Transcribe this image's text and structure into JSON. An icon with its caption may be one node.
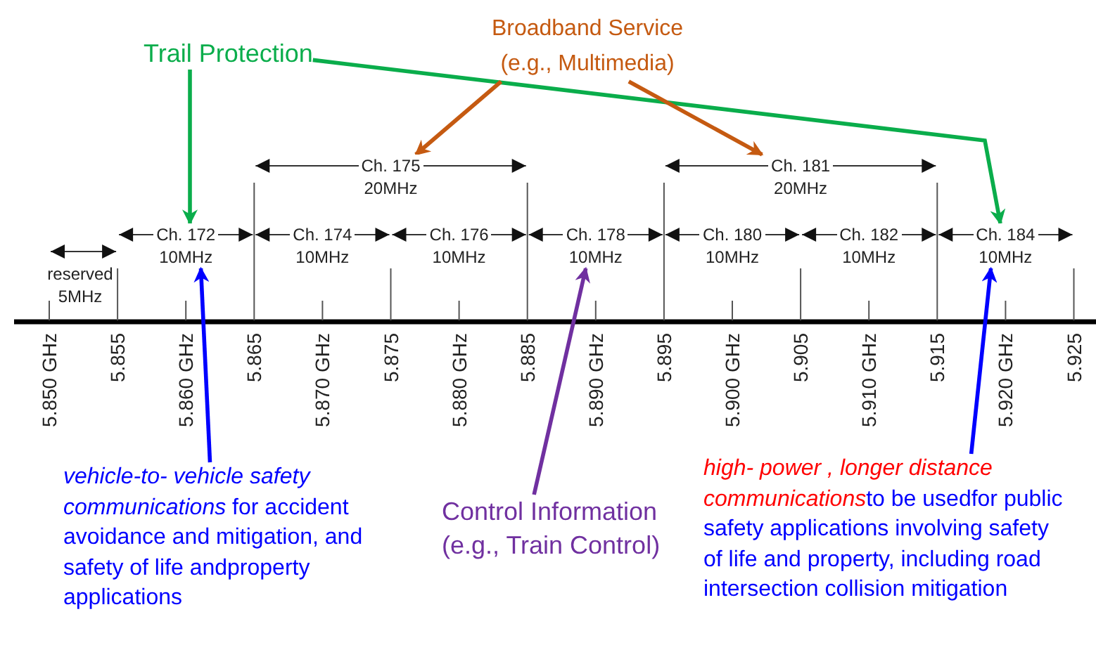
{
  "diagram": {
    "nodes": [
      {
        "text": [
          "Broadband Service (e.g., Multimedia)"
        ]
      },
      {
        "text": [
          "Trail Protection"
        ]
      },
      {
        "text": [
          "Ch. 175",
          "20MHz"
        ]
      },
      {
        "text": [
          "Ch. 181",
          "20MHz"
        ]
      },
      {
        "text": [
          "Ch. 172",
          "10MHz"
        ]
      },
      {
        "text": [
          "Ch. 174",
          "10MHz"
        ]
      },
      {
        "text": [
          "Ch. 176",
          "10MHz"
        ]
      },
      {
        "text": [
          "Ch. 178",
          "10MHz"
        ]
      },
      {
        "text": [
          "Ch. 180",
          "10MHz"
        ]
      },
      {
        "text": [
          "Ch. 182",
          "10MHz"
        ]
      },
      {
        "text": [
          "Ch. 184",
          "10MHz"
        ]
      },
      {
        "text": [
          "reserved",
          "5MHz"
        ]
      },
      {
        "text": [
          "*vehicle-to- vehicle safety communications* for accident avoidance and mitigation, and safety of life andproperty applications"
        ]
      },
      {
        "text": [
          "Control Information (e.g., Train Control)"
        ]
      },
      {
        "text": [
          "high- power , longer distance communications",
          "to be usedfor public safety applications involving safety of life and property, including road intersection collision mitigation"
        ]
      }
    ],
    "edges": [
      {
        "from": 1,
        "to": 4,
        "arrow": "to",
        "color": "#0aad4b"
      },
      {
        "from": 1,
        "to": 10,
        "arrow": "to",
        "color": "#0aad4b"
      },
      {
        "from": 0,
        "to": 2,
        "arrow": "to",
        "color": "#c55a11"
      },
      {
        "from": 0,
        "to": 3,
        "arrow": "to",
        "color": "#c55a11"
      },
      {
        "from": 12,
        "to": 4,
        "arrow": "to",
        "color": "#0000ff"
      },
      {
        "from": 13,
        "to": 7,
        "arrow": "to",
        "color": "#7030a0"
      },
      {
        "from": 14,
        "to": 10,
        "arrow": "to",
        "color": "#0000ff"
      }
    ],
    "labels": [
      "5.850 GHz",
      "5.855",
      "5.860 GHz",
      "5.865",
      "5.870 GHz",
      "5.875",
      "5.880 GHz",
      "5.885",
      "5.890 GHz",
      "5.895",
      "5.900 GHz",
      "5.905",
      "5.910 GHz",
      "5.915",
      "5.920 GHz",
      "5.925"
    ]
  }
}
